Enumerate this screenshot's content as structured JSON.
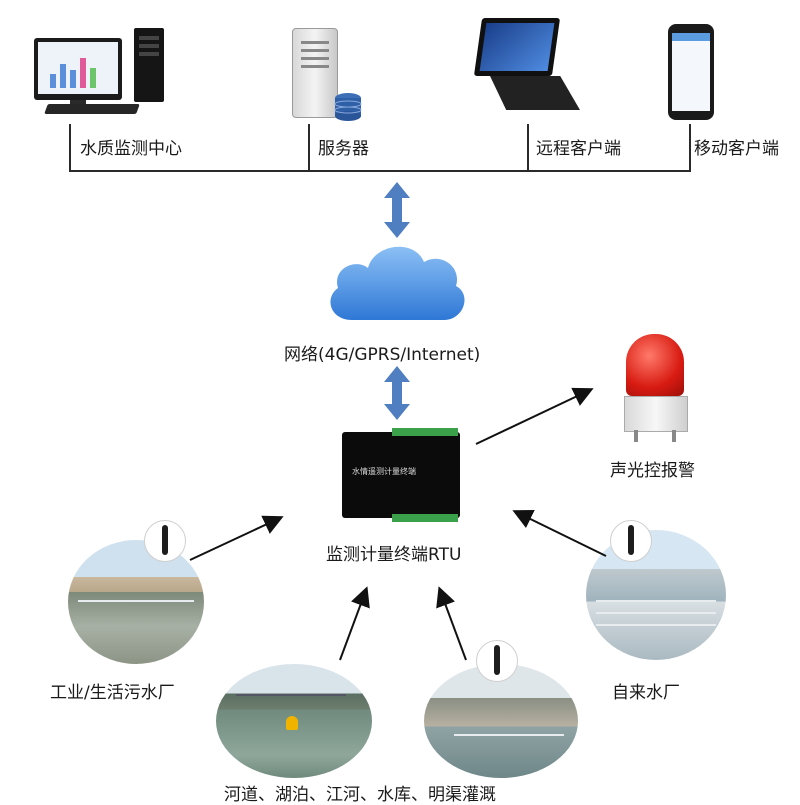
{
  "top_nodes": {
    "monitoring_center": "水质监测中心",
    "server": "服务器",
    "remote_client": "远程客户端",
    "mobile_client": "移动客户端"
  },
  "network_label": "网络(4G/GPRS/Internet)",
  "rtu": {
    "label": "监测计量终端RTU",
    "device_text": "水情遥测计量终端"
  },
  "alarm_label": "声光控报警",
  "sources": {
    "wastewater": "工业/生活污水厂",
    "rivers": "河道、湖泊、江河、水库、明渠灌溉",
    "tapwater": "自来水厂"
  },
  "colors": {
    "link_arrow": "#4f7fc0",
    "flow_arrow": "#111111",
    "cloud": "#4a8fe0"
  }
}
